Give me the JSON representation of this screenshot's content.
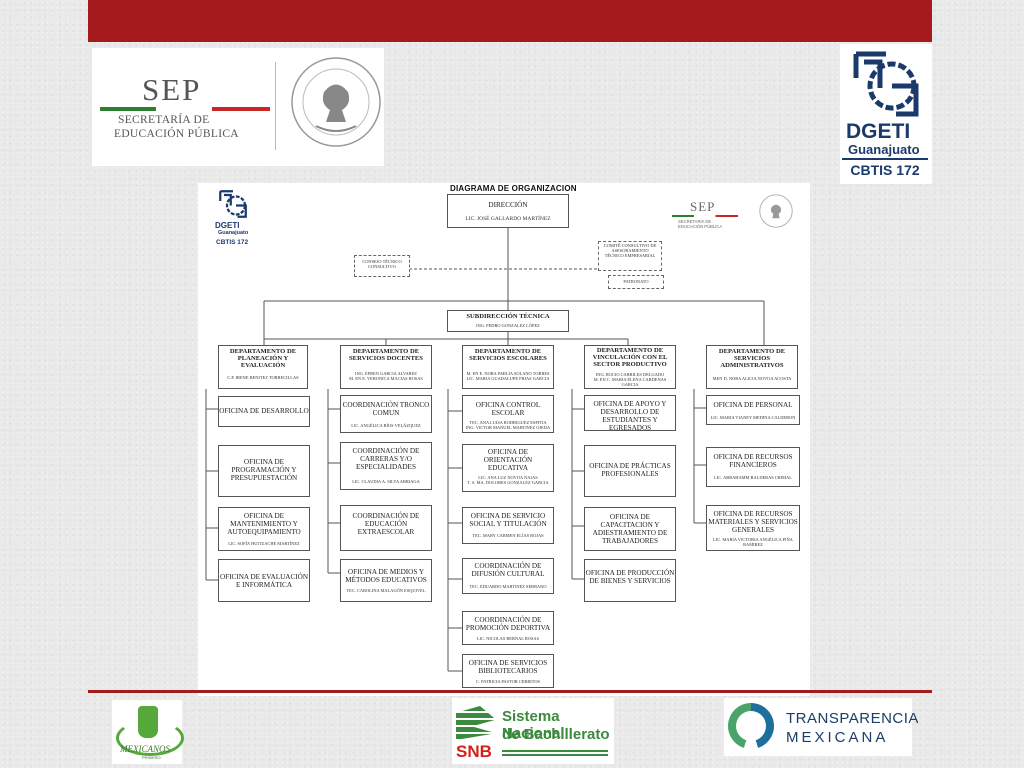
{
  "colors": {
    "accent_red": "#a51a1d",
    "brand_blue": "#1b3a6b",
    "green": "#3b8a3e"
  },
  "header": {
    "sep_logo": {
      "word": "SEP",
      "line1": "SECRETARÍA DE",
      "line2": "EDUCACIÓN PÚBLICA",
      "seal_icon": "mexican-coat-of-arms-icon"
    },
    "dgeti_logo": {
      "word": "DGETI",
      "state": "Guanajuato",
      "school": "CBTIS 172"
    }
  },
  "org_chart": {
    "title": "DIAGRAMA DE ORGANIZACION",
    "direccion": {
      "title": "DIRECCIÓN",
      "person": "LIC. JOSÉ  GALLARDO MARTÍNEZ"
    },
    "consejo_tecnico": "CONSEJO TÉCNICO CONSULTIVO",
    "comite": "COMITÉ CONSULTIVO DE ASESORAMIENTO TÉCNICO EMPRESARIAL",
    "patronato": "PATRONATO",
    "subdireccion": {
      "title": "SUBDIRECCIÓN TÉCNICA",
      "person": "ING. PEDRO GONZALEZ  LÓPEZ"
    },
    "departments": [
      {
        "title": "DEPARTAMENTO DE PLANEACIÓN Y EVALUACIÓN",
        "people": [
          "C.P. IRENE BENITEZ  TORRECILLAS"
        ],
        "offices": [
          {
            "title": "OFICINA DE DESARROLLO",
            "person": ""
          },
          {
            "title": "OFICINA DE PROGRAMACIÓN Y PRESUPUESTACIÓN",
            "person": ""
          },
          {
            "title": "OFICINA DE MANTENIMIENTO Y AUTOEQUIPAMIENTO",
            "person": "LIC. SOFÍA HUITZACHE  MARTÍNEZ"
          },
          {
            "title": "OFICINA DE EVALUACIÓN E INFORMÁTICA",
            "person": ""
          }
        ]
      },
      {
        "title": "DEPARTAMENTO DE SERVICIOS DOCENTES",
        "people": [
          "ING. EFREN GARCIA ALVAREZ",
          "M. EN E. VERONICA MACIAS ROSAS"
        ],
        "offices": [
          {
            "title": "COORDINACIÓN TRONCO COMUN",
            "person": "LIC. ANGÉLICA  RÍOS VELÁZQUEZ"
          },
          {
            "title": "COORDINACIÓN DE CARRERAS Y/O ESPECIALIDADES",
            "person": "LIC. CLAUDIA A. SILVA ARRIAGA"
          },
          {
            "title": "COORDINACIÓN DE EDUCACIÓN EXTRAESCOLAR",
            "person": ""
          },
          {
            "title": "OFICINA DE MEDIOS Y MÉTODOS EDUCATIVOS",
            "person": "TEC. CAROLINA  MALAGÓN ESQUIVEL"
          }
        ]
      },
      {
        "title": "DEPARTAMENTO DE SERVICIOS ESCOLARES",
        "people": [
          "M. EN E.  NORA EMILIA SOLANO TORRES",
          "LIC. MARIA GUADALUPE FRIAS GARCIA"
        ],
        "offices": [
          {
            "title": "OFICINA CONTROL ESCOLAR",
            "person": "TEC. ANA LUISA RODRIGUEZ ESPITIA",
            "person2": "ING. VICTOR MANUEL MARTINEZ OJEDA"
          },
          {
            "title": "OFICINA DE ORIENTACIÓN EDUCATIVA",
            "person": "LIC. ANA LUZ NOVOA NAJAS",
            "person2": "T. S. MA. DOLORES GONZALEZ GARCIA"
          },
          {
            "title": "OFICINA DE SERVICIO SOCIAL Y TITULACIÓN",
            "person": "TEC. MARY CARMEN ELÍAS ROJAS"
          },
          {
            "title": "COORDINACIÓN DE DIFUSIÓN CULTURAL",
            "person": "TEC. EDUARDO MARTINEZ SERRANO"
          },
          {
            "title": "COORDINACIÓN DE PROMOCIÓN DEPORTIVA",
            "person": "LIC. NICOLAS  BERNAL ROSAS"
          },
          {
            "title": "OFICINA DE SERVICIOS BIBLIOTECARIOS",
            "person": "C. PATRICIA PASTOR CERRITOS"
          }
        ]
      },
      {
        "title": "DEPARTAMENTO DE VINCULACIÓN CON EL SECTOR PRODUCTIVO",
        "people": [
          "ING. ROCIO CARRILES DELGADO",
          "M. EN C. MARIA ELENA CARDENAS GARCIA"
        ],
        "offices": [
          {
            "title": "OFICINA DE APOYO Y DESARROLLO DE ESTUDIANTES Y EGRESADOS",
            "person": ""
          },
          {
            "title": "OFICINA DE PRÁCTICAS PROFESIONALES",
            "person": ""
          },
          {
            "title": "OFICINA DE CAPACITACION Y ADIESTRAMIENTO DE TRABAJADORES",
            "person": ""
          },
          {
            "title": "OFICINA DE PRODUCCIÓN DE BIENES Y SERVICIOS",
            "person": ""
          }
        ]
      },
      {
        "title": "DEPARTAMENTO DE SERVICIOS ADMINISTRATIVOS",
        "people": [
          "MEN D. NORA ALICIA NOVOA ACOSTA"
        ],
        "offices": [
          {
            "title": "OFICINA DE PERSONAL",
            "person": "LIC. MARIA VIANEY MEDINA CALDERON"
          },
          {
            "title": "OFICINA DE RECURSOS FINANCIEROS",
            "person": "LIC. ABRAHAMM BALDERAS CRIMAL"
          },
          {
            "title": "OFICINA DE RECURSOS MATERIALES Y SERVICIOS GENERALES",
            "person": "LIC. MARIA VICTORIA ANGÉLICA PIÑA RAMIREZ"
          }
        ]
      }
    ]
  },
  "footer": {
    "mexicanos": {
      "word": "MEXICANOS",
      "sub": "PRIMERO"
    },
    "snb": {
      "line1": "Sistema Nacional",
      "line2": "de Bachillerato",
      "abbr": "SNB"
    },
    "transparencia": {
      "line1": "TRANSPARENCIA",
      "line2": "MEXICANA"
    }
  }
}
